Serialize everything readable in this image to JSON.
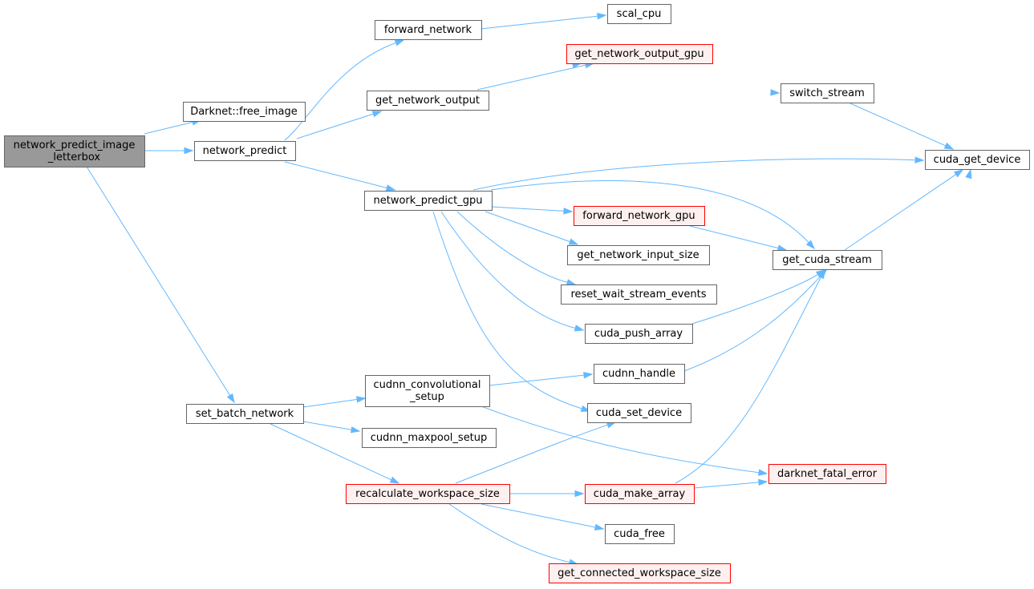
{
  "colors": {
    "root_fill": "#999999",
    "root_stroke": "#666666",
    "normal_fill": "#ffffff",
    "normal_stroke": "#666666",
    "truncated_fill": "#fff0f0",
    "truncated_stroke": "#ff0000",
    "edge": "#63b8ff"
  },
  "nodes": [
    {
      "id": "root",
      "kind": "root",
      "lines": [
        "network_predict_image",
        "_letterbox"
      ]
    },
    {
      "id": "free_image",
      "kind": "normal",
      "lines": [
        "Darknet::free_image"
      ]
    },
    {
      "id": "network_predict",
      "kind": "normal",
      "lines": [
        "network_predict"
      ]
    },
    {
      "id": "set_batch_network",
      "kind": "normal",
      "lines": [
        "set_batch_network"
      ]
    },
    {
      "id": "forward_network",
      "kind": "normal",
      "lines": [
        "forward_network"
      ]
    },
    {
      "id": "get_network_output",
      "kind": "normal",
      "lines": [
        "get_network_output"
      ]
    },
    {
      "id": "network_predict_gpu",
      "kind": "normal",
      "lines": [
        "network_predict_gpu"
      ]
    },
    {
      "id": "cudnn_convolutional_setup",
      "kind": "normal",
      "lines": [
        "cudnn_convolutional",
        "_setup"
      ]
    },
    {
      "id": "cudnn_maxpool_setup",
      "kind": "normal",
      "lines": [
        "cudnn_maxpool_setup"
      ]
    },
    {
      "id": "recalculate_workspace_size",
      "kind": "truncated",
      "lines": [
        "recalculate_workspace_size"
      ]
    },
    {
      "id": "scal_cpu",
      "kind": "normal",
      "lines": [
        "scal_cpu"
      ]
    },
    {
      "id": "get_network_output_gpu",
      "kind": "truncated",
      "lines": [
        "get_network_output_gpu"
      ]
    },
    {
      "id": "forward_network_gpu",
      "kind": "truncated",
      "lines": [
        "forward_network_gpu"
      ]
    },
    {
      "id": "get_network_input_size",
      "kind": "normal",
      "lines": [
        "get_network_input_size"
      ]
    },
    {
      "id": "reset_wait_stream_events",
      "kind": "normal",
      "lines": [
        "reset_wait_stream_events"
      ]
    },
    {
      "id": "cuda_push_array",
      "kind": "normal",
      "lines": [
        "cuda_push_array"
      ]
    },
    {
      "id": "cudnn_handle",
      "kind": "normal",
      "lines": [
        "cudnn_handle"
      ]
    },
    {
      "id": "cuda_set_device",
      "kind": "normal",
      "lines": [
        "cuda_set_device"
      ]
    },
    {
      "id": "cuda_make_array",
      "kind": "truncated",
      "lines": [
        "cuda_make_array"
      ]
    },
    {
      "id": "cuda_free",
      "kind": "normal",
      "lines": [
        "cuda_free"
      ]
    },
    {
      "id": "get_connected_workspace_size",
      "kind": "truncated",
      "lines": [
        "get_connected_workspace_size"
      ]
    },
    {
      "id": "switch_stream",
      "kind": "normal",
      "lines": [
        "switch_stream"
      ]
    },
    {
      "id": "cuda_get_device",
      "kind": "normal",
      "lines": [
        "cuda_get_device"
      ]
    },
    {
      "id": "get_cuda_stream",
      "kind": "normal",
      "lines": [
        "get_cuda_stream"
      ]
    },
    {
      "id": "darknet_fatal_error",
      "kind": "truncated",
      "lines": [
        "darknet_fatal_error"
      ]
    }
  ],
  "edges": [
    [
      "root",
      "free_image"
    ],
    [
      "root",
      "network_predict"
    ],
    [
      "root",
      "set_batch_network"
    ],
    [
      "network_predict",
      "forward_network"
    ],
    [
      "network_predict",
      "get_network_output"
    ],
    [
      "network_predict",
      "network_predict_gpu"
    ],
    [
      "forward_network",
      "scal_cpu"
    ],
    [
      "get_network_output",
      "get_network_output_gpu"
    ],
    [
      "network_predict_gpu",
      "get_network_output_gpu"
    ],
    [
      "network_predict_gpu",
      "switch_stream"
    ],
    [
      "network_predict_gpu",
      "cuda_get_device"
    ],
    [
      "network_predict_gpu",
      "get_cuda_stream"
    ],
    [
      "network_predict_gpu",
      "forward_network_gpu"
    ],
    [
      "network_predict_gpu",
      "get_network_input_size"
    ],
    [
      "network_predict_gpu",
      "reset_wait_stream_events"
    ],
    [
      "network_predict_gpu",
      "cuda_push_array"
    ],
    [
      "network_predict_gpu",
      "cuda_set_device"
    ],
    [
      "switch_stream",
      "cuda_get_device"
    ],
    [
      "forward_network_gpu",
      "get_cuda_stream"
    ],
    [
      "get_cuda_stream",
      "cuda_get_device"
    ],
    [
      "cuda_push_array",
      "get_cuda_stream"
    ],
    [
      "cudnn_handle",
      "get_cuda_stream"
    ],
    [
      "cudnn_handle",
      "cuda_get_device"
    ],
    [
      "set_batch_network",
      "cudnn_convolutional_setup"
    ],
    [
      "set_batch_network",
      "cudnn_maxpool_setup"
    ],
    [
      "set_batch_network",
      "recalculate_workspace_size"
    ],
    [
      "cudnn_convolutional_setup",
      "cudnn_handle"
    ],
    [
      "cudnn_convolutional_setup",
      "darknet_fatal_error"
    ],
    [
      "recalculate_workspace_size",
      "cuda_set_device"
    ],
    [
      "recalculate_workspace_size",
      "cuda_make_array"
    ],
    [
      "recalculate_workspace_size",
      "cuda_free"
    ],
    [
      "recalculate_workspace_size",
      "get_connected_workspace_size"
    ],
    [
      "cuda_make_array",
      "darknet_fatal_error"
    ],
    [
      "cuda_make_array",
      "get_cuda_stream"
    ]
  ]
}
